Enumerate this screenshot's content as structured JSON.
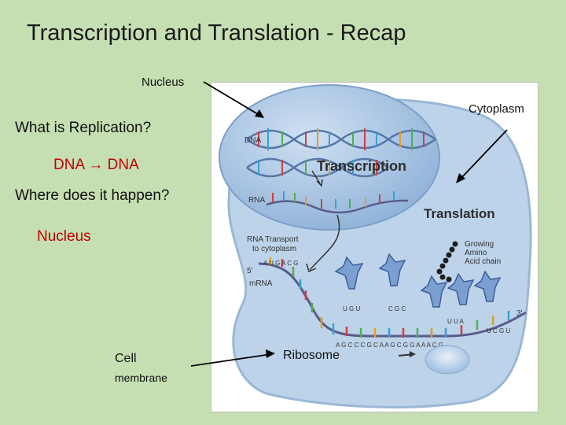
{
  "slide": {
    "title": "Transcription and Translation - Recap",
    "question1": "What is Replication?",
    "answer1": "DNA → DNA",
    "question2": "Where does it happen?",
    "answer2": "Nucleus"
  },
  "labels": {
    "nucleus": "Nucleus",
    "cytoplasm": "Cytoplasm",
    "cell": "Cell",
    "membrane": "membrane",
    "ribosome": "Ribosome"
  },
  "figure": {
    "dna": "DNA",
    "transcription": "Transcription",
    "rna": "RNA",
    "translation": "Translation",
    "rna_transport_1": "RNA Transport",
    "rna_transport_2": "to cytoplasm",
    "five_prime": "5'",
    "three_prime": "3'",
    "mrna": "mRNA",
    "growing": "Growing",
    "amino": "Amino",
    "acid_chain": "Acid chain",
    "codon_1": "U G U",
    "codon_2": "C G C",
    "codon_3": "U U A",
    "mrna_sequence": "A G C C C G C A A G C G G A A A C G",
    "mrna_5_bases": "A U G A C G",
    "mrna_3_bases": "U C G U"
  },
  "colors": {
    "background": "#c6dfb2",
    "accent_red": "#c00000",
    "cell_blue": "#bcd3ea",
    "nucleus_blue": "#a9c5e3"
  }
}
